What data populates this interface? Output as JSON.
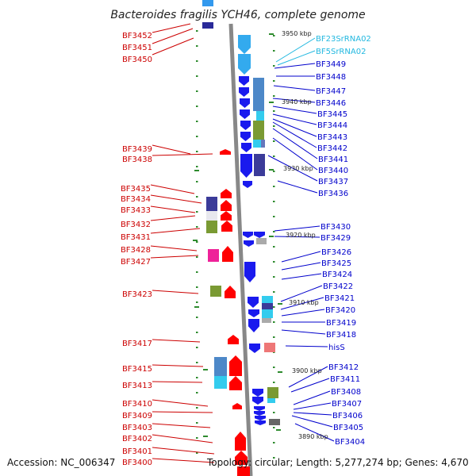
{
  "title": "Bacteroides fragilis YCH46, complete genome",
  "footer": {
    "accession": "Accession: NC_006347",
    "summary": "Topology: circular; Length: 5,277,274 bp; Genes: 4,670"
  },
  "colors": {
    "left_label": "#cc0000",
    "right_label": "#0000cc",
    "rna_label": "#22b8e0",
    "forward_gene": "#ff0000",
    "reverse_gene": "#1a1aee",
    "backbone": "#888888",
    "tick": "#2e8b2e"
  },
  "scale_labels": [
    "3950 kbp",
    "3940 kbp",
    "3930 kbp",
    "3920 kbp",
    "3910 kbp",
    "3900 kbp",
    "3890 kbp"
  ],
  "left_genes": [
    "BF3452",
    "BF3451",
    "BF3450",
    "BF3439",
    "BF3438",
    "BF3435",
    "BF3434",
    "BF3433",
    "BF3432",
    "BF3431",
    "BF3428",
    "BF3427",
    "BF3423",
    "BF3417",
    "BF3415",
    "BF3413",
    "BF3410",
    "BF3409",
    "BF3403",
    "BF3402",
    "BF3401",
    "BF3400"
  ],
  "right_genes": [
    "BF23SrRNA02",
    "BF5SrRNA02",
    "BF3449",
    "BF3448",
    "BF3447",
    "BF3446",
    "BF3445",
    "BF3444",
    "BF3443",
    "BF3442",
    "BF3441",
    "BF3440",
    "BF3437",
    "BF3436",
    "BF3430",
    "BF3429",
    "BF3426",
    "BF3425",
    "BF3424",
    "BF3422",
    "BF3421",
    "BF3420",
    "BF3419",
    "BF3418",
    "hisS",
    "BF3412",
    "BF3411",
    "BF3408",
    "BF3407",
    "BF3406",
    "BF3405",
    "BF3404"
  ]
}
